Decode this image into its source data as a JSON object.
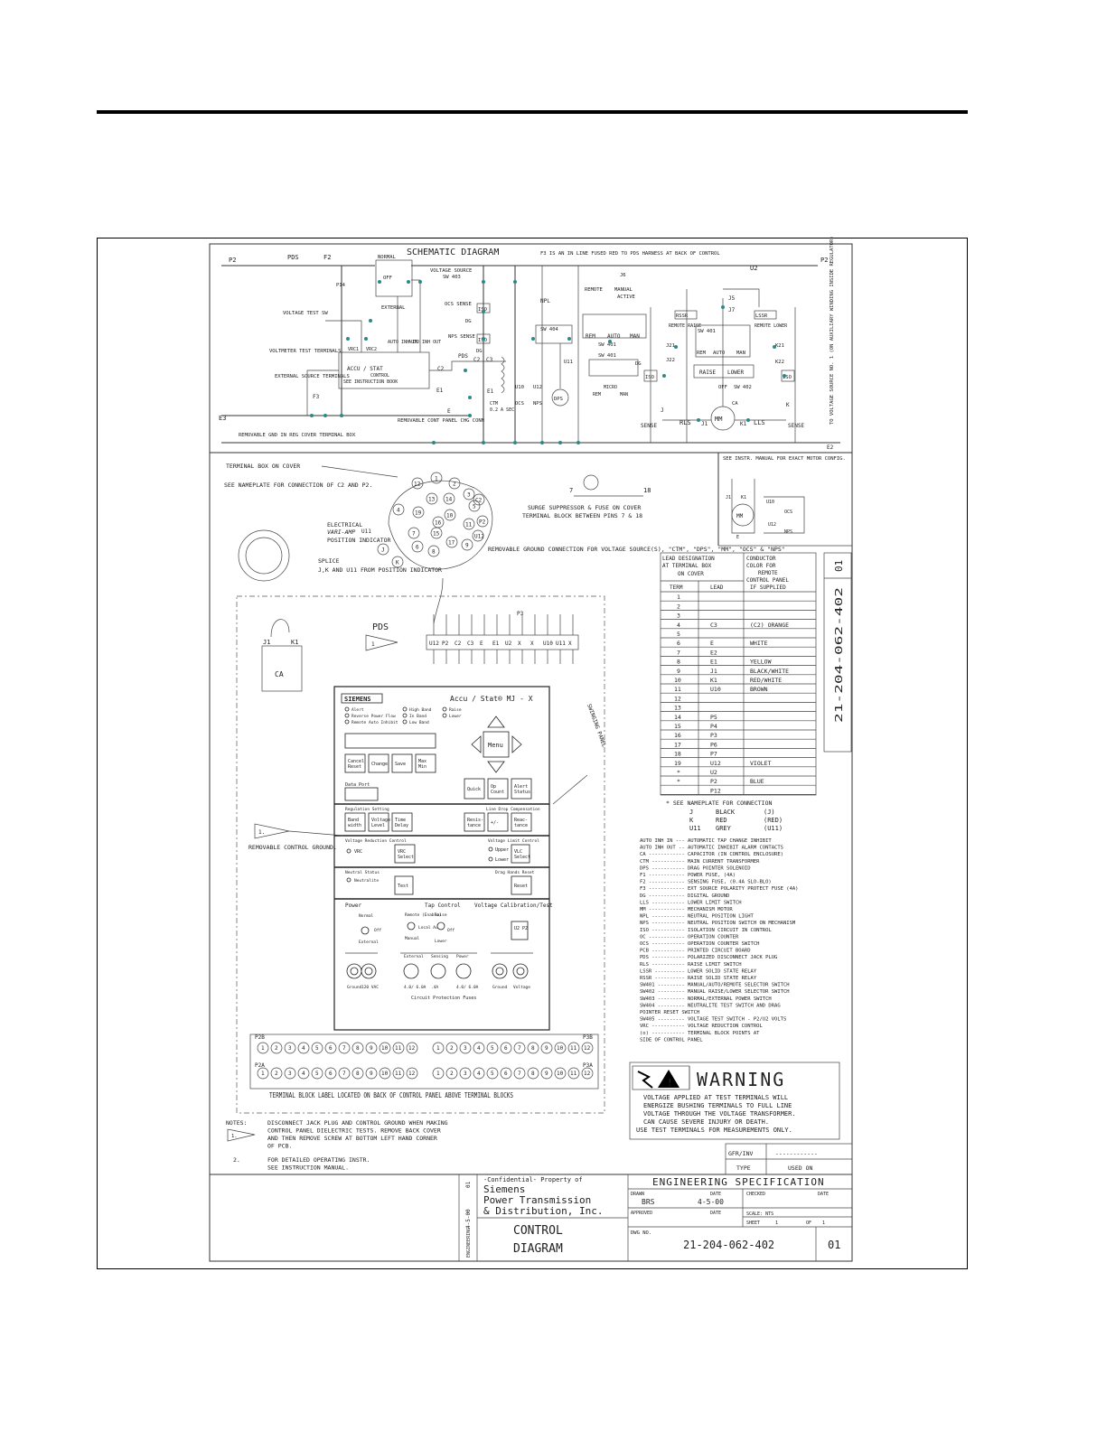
{
  "schematic": {
    "title": "SCHEMATIC DIAGRAM",
    "note_f3": "F3 IS AN IN LINE FUSED RED TO PDS HARNESS AT BACK OF CONTROL",
    "labels": {
      "p2": "P2",
      "pds": "PDS",
      "f2": "F2",
      "u2": "U2",
      "normal": "NORMAL",
      "off": "OFF",
      "voltage_source": "VOLTAGE SOURCE",
      "sw403": "SW 403",
      "external": "EXTERNAL",
      "voltage_test_sw": "VOLTAGE TEST SW",
      "voltmeter_test": "VOLTMETER TEST TERMINALS",
      "external_source": "EXTERNAL SOURCE TERMINALS",
      "accu_stat": "ACCU / STAT",
      "control": "CONTROL",
      "see_instr_book": "SEE INSTRUCTION BOOK",
      "vrc1": "VRC1",
      "vrc2": "VRC2",
      "auto_inh_in": "AUTO INH IN",
      "auto_inh_out": "AUTO INH OUT",
      "ocs_sense": "OCS SENSE",
      "nps_sense": "NPS SENSE",
      "iso": "ISO",
      "dg": "DG",
      "c2": "C2",
      "c3": "C3",
      "e1": "E1",
      "e": "E",
      "e2": "E2",
      "e3": "E3",
      "f3": "F3",
      "f1": "F1",
      "ctm": "CTM",
      "ctm_spec": "0.2 A SEC",
      "removable_gnd": "REMOVABLE GND IN REG COVER TERMINAL BOX",
      "removable_cont": "REMOVABLE CONT PANEL CHG CONN",
      "npl": "NPL",
      "sw404": "SW 404",
      "u10": "U10",
      "u12": "U12",
      "u11": "U11",
      "ocs": "OCS",
      "nps": "NPS",
      "dps": "DPS",
      "remote": "REMOTE",
      "manual": "MANUAL",
      "active": "ACTIVE",
      "j6": "J6",
      "j7": "J7",
      "j5": "J5",
      "rem": "REM",
      "auto": "AUTO",
      "man": "MAN",
      "sw401": "SW 401",
      "micro": "MICRO",
      "rssr": "RSSR",
      "lssr": "LSSR",
      "remote_raise": "REMOTE RAISE",
      "remote_lower": "REMOTE LOWER",
      "raise": "RAISE",
      "lower": "LOWER",
      "sw402": "SW 402",
      "j21": "J21",
      "j22": "J22",
      "k21": "K21",
      "k22": "K22",
      "sense": "SENSE",
      "rls": "RLS",
      "lls": "LLS",
      "mm": "MM",
      "ca": "CA",
      "j1": "J1",
      "k1": "K1",
      "j": "J",
      "k": "K",
      "p14": "P14",
      "to_voltage_source": "TO VOLTAGE SOURCE NO. 1 (ON AUXILIARY WINDING INSIDE REGULATOR)"
    }
  },
  "terminal_box": {
    "title": "TERMINAL BOX ON COVER",
    "nameplate": "SEE NAMEPLATE FOR CONNECTION OF C2 AND P2.",
    "electrical": "ELECTRICAL",
    "vari_amp": "VARI-AMP",
    "position_indicator": "POSITION INDICATOR",
    "u11": "U11",
    "splice": "SPLICE",
    "splice_desc": "J,K AND U11 FROM POSITION INDICATOR",
    "surge": "SURGE SUPPRESSOR & FUSE ON COVER",
    "surge2": "TERMINAL BLOCK BETWEEN PINS 7 & 18",
    "pin7": "7",
    "pin18": "18",
    "removable_gnd": "REMOVABLE GROUND CONNECTION FOR VOLTAGE SOURCE(S), \"CTM\", \"DPS\", \"MM\", \"OCS\" & \"NPS\"",
    "pins": [
      "12",
      "1",
      "2",
      "13",
      "14",
      "3",
      "4",
      "19",
      "16",
      "15",
      "11",
      "5",
      "6",
      "8",
      "7",
      "17",
      "9",
      "10",
      "C2",
      "P2",
      "U12",
      "K",
      "J"
    ]
  },
  "motor": {
    "note": "SEE INSTR. MANUAL FOR EXACT MOTOR CONFIG.",
    "labels": [
      "J1",
      "K1",
      "MM",
      "U10",
      "U12",
      "OCS",
      "NPS",
      "E"
    ]
  },
  "pds_strip": {
    "label": "PDS",
    "flag": "1",
    "terms": [
      "U12",
      "P2",
      "C2",
      "C3",
      "E",
      "E1",
      "U2",
      "X",
      "X",
      "U10",
      "U11",
      "X"
    ],
    "p3": "P3"
  },
  "ca_block": {
    "j1": "J1",
    "k1": "K1",
    "ca": "CA"
  },
  "panel": {
    "brand": "SIEMENS",
    "model": "Accu / Stat® MJ - X",
    "leds_col1": [
      "Alert",
      "Reverse Power Flow",
      "Remote Auto Inhibit"
    ],
    "leds_col2": [
      "High Band",
      "In Band",
      "Low Band"
    ],
    "leds_col3": [
      "Raise",
      "Lower"
    ],
    "menu": "Menu",
    "keys_row1": [
      "Cancel Reset",
      "Change",
      "Save",
      "Max Min"
    ],
    "data_port": "Data Port",
    "keys_row2": [
      "Quick",
      "Op Count",
      "Alert Status"
    ],
    "reg_setting": "Regulation Setting",
    "ldc": "Line Drop Compensation",
    "keys_row3": [
      "Band width",
      "Voltage Level",
      "Time Delay"
    ],
    "keys_row3b": [
      "Resis- tance",
      "+/-",
      "Reac- tance"
    ],
    "vrc_title": "Voltage Reduction Control",
    "vlc_title": "Voltage Limit Control",
    "vrc": "VRC",
    "vrc_select": "VRC Select",
    "upper": "Upper",
    "lower": "Lower",
    "vlc_select": "VLC Select",
    "neutral_status": "Neutral Status",
    "neutralite": "Neutralite",
    "drag_reset": "Drag Hands Reset",
    "test": "Test",
    "reset": "Reset",
    "power": "Power",
    "tap_control": "Tap Control",
    "vcal": "Voltage Calibration/Test",
    "normal": "Normal",
    "external": "External",
    "off": "Off",
    "remote": "Remote (Enable)",
    "local_auto": "Local Auto",
    "manual": "Manual",
    "raise": "Raise",
    "lower2": "Lower",
    "u2p2": "U2 P2",
    "fuse_labels": [
      "External",
      "Sensing",
      "Power"
    ],
    "fuse_ratings": [
      "4.0/ 6.0A",
      ".4A",
      "4.0/ 6.0A"
    ],
    "jack_left": [
      "Ground",
      "120 VAC"
    ],
    "jack_right": [
      "Ground",
      "Voltage"
    ],
    "circuit_fuses": "Circuit Protection Fuses",
    "swinging": "SWINGING PANEL"
  },
  "removable_control_ground": "REMOVABLE CONTROL GROUND.",
  "terminal_blocks": {
    "p2b": "P2B",
    "p3b": "P3B",
    "p2a": "P2A",
    "p3a": "P3A",
    "row1_nums": [
      "1",
      "2",
      "3",
      "4",
      "5",
      "6",
      "7",
      "8",
      "9",
      "10",
      "11",
      "12",
      "1",
      "2",
      "3",
      "4",
      "5",
      "6",
      "7",
      "8",
      "9",
      "10",
      "11",
      "12"
    ],
    "row2_nums": [
      "1",
      "2",
      "3",
      "4",
      "5",
      "6",
      "7",
      "8",
      "9",
      "10",
      "11",
      "12",
      "1",
      "2",
      "3",
      "4",
      "5",
      "6",
      "7",
      "8",
      "9",
      "10",
      "11",
      "12"
    ],
    "label": "TERMINAL BLOCK LABEL LOCATED ON BACK OF CONTROL PANEL ABOVE TERMINAL BLOCKS"
  },
  "lead_table": {
    "headers": [
      "LEAD DESIGNATION AT TERMINAL BOX ON COVER",
      "CONDUCTOR COLOR FOR REMOTE CONTROL PANEL IF SUPPLIED"
    ],
    "subheaders": [
      "TERM",
      "LEAD"
    ],
    "rows": [
      [
        "1",
        "",
        ""
      ],
      [
        "2",
        "",
        ""
      ],
      [
        "3",
        "",
        ""
      ],
      [
        "4",
        "C3",
        "(C2) ORANGE"
      ],
      [
        "5",
        "",
        ""
      ],
      [
        "6",
        "E",
        "WHITE"
      ],
      [
        "7",
        "E2",
        ""
      ],
      [
        "8",
        "E1",
        "YELLOW"
      ],
      [
        "9",
        "J1",
        "BLACK/WHITE"
      ],
      [
        "10",
        "K1",
        "RED/WHITE"
      ],
      [
        "11",
        "U10",
        "BROWN"
      ],
      [
        "12",
        "",
        ""
      ],
      [
        "13",
        "",
        ""
      ],
      [
        "14",
        "P5",
        ""
      ],
      [
        "15",
        "P4",
        ""
      ],
      [
        "16",
        "P3",
        ""
      ],
      [
        "17",
        "P6",
        ""
      ],
      [
        "18",
        "P7",
        ""
      ],
      [
        "19",
        "U12",
        "VIOLET"
      ],
      [
        "*",
        "U2",
        ""
      ],
      [
        "*",
        "P2",
        "BLUE"
      ],
      [
        "",
        "P12",
        ""
      ]
    ],
    "footnote": "* SEE NAMEPLATE FOR CONNECTION",
    "colors": [
      [
        "J",
        "BLACK",
        "(J)"
      ],
      [
        "K",
        "RED",
        "(RED)"
      ],
      [
        "U11",
        "GREY",
        "(U11)"
      ]
    ]
  },
  "side_number": "21-204-062-402",
  "side_rev": "01",
  "abbrev": [
    "AUTO INH IN --- AUTOMATIC TAP CHANGE INHIBIT",
    "AUTO INH OUT -- AUTOMATIC INHIBIT ALARM CONTACTS",
    "CA ------------ CAPACITOR (IN CONTROL ENCLOSURE)",
    "CTM ----------- MAIN CURRENT TRANSFORMER",
    "DPS ----------- DRAG POINTER SOLENOID",
    "F1 ------------ POWER FUSE, (4A)",
    "F2 ------------ SENSING FUSE, (0.4A SLO-BLO)",
    "F3 ------------ EXT SOURCE POLARITY PROTECT FUSE (4A)",
    "DG ------------ DIGITAL GROUND",
    "LLS ----------- LOWER LIMIT SWITCH",
    "MM ------------ MECHANISM MOTOR",
    "NPL ----------- NEUTRAL POSITION LIGHT",
    "NPS ----------- NEUTRAL POSITION SWITCH ON MECHANISM",
    "ISO ----------- ISOLATION CIRCUIT IN CONTROL",
    "OC ------------ OPERATION COUNTER",
    "OCS ----------- OPERATION COUNTER SWITCH",
    "PCB ----------- PRINTED CIRCUIT BOARD",
    "PDS ----------- POLARIZED DISCONNECT JACK PLUG",
    "RLS ----------- RAISE LIMIT SWITCH",
    "LSSR ---------- LOWER SOLID STATE RELAY",
    "RSSR ---------- RAISE SOLID STATE RELAY",
    "SW401 --------- MANUAL/AUTO/REMOTE SELECTOR SWITCH",
    "SW402 --------- MANUAL RAISE/LOWER SELECTOR SWITCH",
    "SW403 --------- NORMAL/EXTERNAL POWER SWITCH",
    "SW404 --------- NEUTRALITE TEST SWITCH AND DRAG",
    "                POINTER RESET SWITCH",
    "SW405 --------- VOLTAGE TEST SWITCH - P2/U2 VOLTS",
    "VRC ----------- VOLTAGE REDUCTION CONTROL",
    "(o) ----------- TERMINAL BLOCK POINTS AT",
    "                SIDE OF CONTROL PANEL"
  ],
  "warning": {
    "title": "WARNING",
    "text": [
      "VOLTAGE APPLIED AT TEST TERMINALS WILL",
      "ENERGIZE BUSHING TERMINALS TO FULL LINE",
      "VOLTAGE THROUGH THE VOLTAGE TRANSFORMER.",
      "CAN CAUSE SEVERE INJURY OR DEATH.",
      "USE TEST TERMINALS FOR MEASUREMENTS ONLY."
    ]
  },
  "notes": {
    "title": "NOTES:",
    "n1_flag": "1.",
    "n1": [
      "DISCONNECT JACK PLUG AND CONTROL GROUND WHEN MAKING",
      "CONTROL PANEL DIELECTRIC TESTS. REMOVE BACK COVER",
      "AND THEN REMOVE SCREW AT BOTTOM LEFT HAND CORNER",
      "OF PCB."
    ],
    "n2_num": "2.",
    "n2": [
      "FOR DETAILED OPERATING INSTR.",
      "SEE INSTRUCTION MANUAL."
    ]
  },
  "used_on": {
    "gfr": "GFR/INV",
    "dashes": "------------",
    "type": "TYPE",
    "used_on": "USED ON"
  },
  "title_block": {
    "rev_side": [
      "01",
      "4-5-00",
      "ENGINEERING"
    ],
    "confidential": "-Confidential-  Property of",
    "company": [
      "Siemens",
      "Power Transmission",
      "& Distribution, Inc."
    ],
    "title": [
      "CONTROL",
      "DIAGRAM"
    ],
    "eng_spec": "ENGINEERING SPECIFICATION",
    "drawn": "DRAWN",
    "date": "DATE",
    "checked": "CHECKED",
    "date2": "DATE",
    "drawn_by": "BRS",
    "drawn_date": "4-5-00",
    "approved": "APPROVED",
    "date3": "DATE",
    "scale": "SCALE: NTS",
    "sheet": "SHEET",
    "sheet_no": "1",
    "of": "OF",
    "of_no": "1",
    "dwg_no": "DWG NO.",
    "dwg_number": "21-204-062-402",
    "rev": "01"
  }
}
